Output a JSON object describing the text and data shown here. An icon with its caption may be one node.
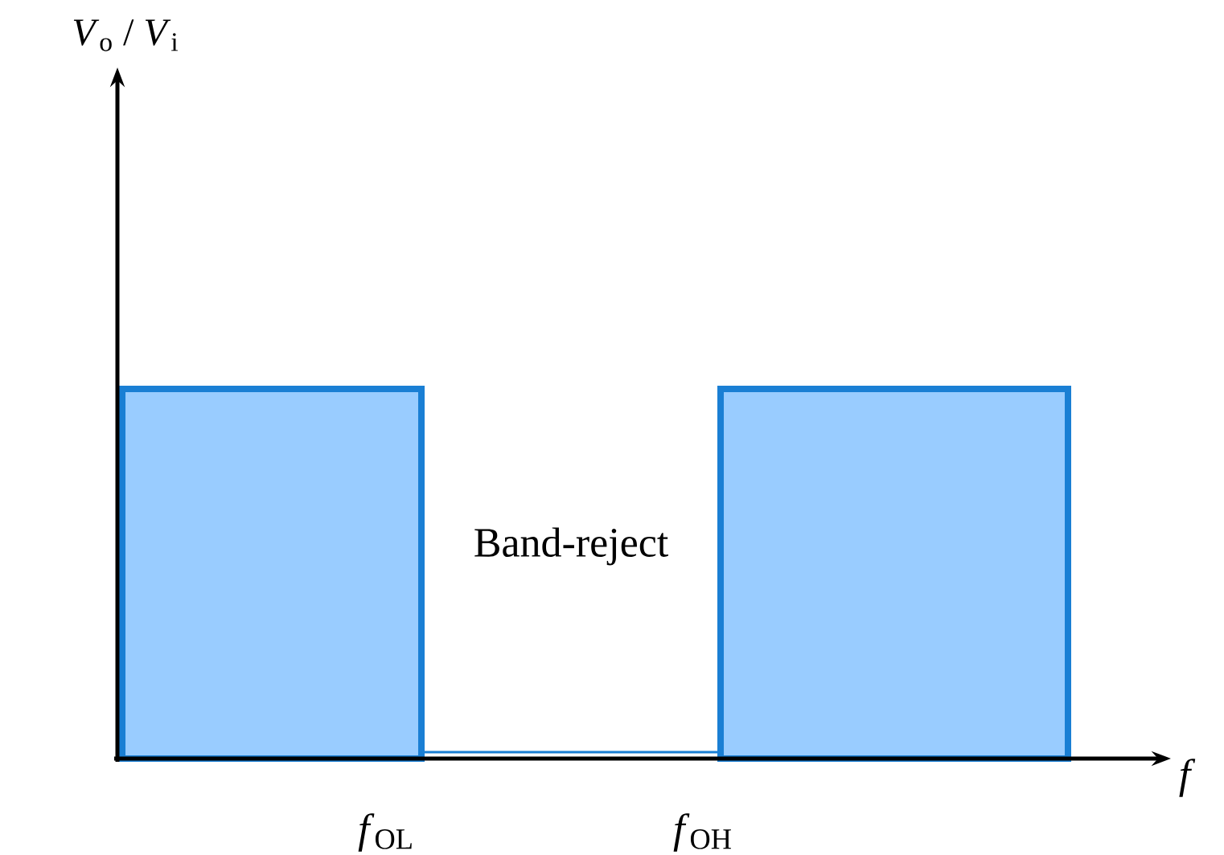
{
  "diagram": {
    "labels": [
      "*V*$_{o}$ / *V*$_{i}$",
      "Band-reject",
      "*f*",
      "*f*$_{OL}$",
      "*f*$_{OH}$"
    ]
  }
}
